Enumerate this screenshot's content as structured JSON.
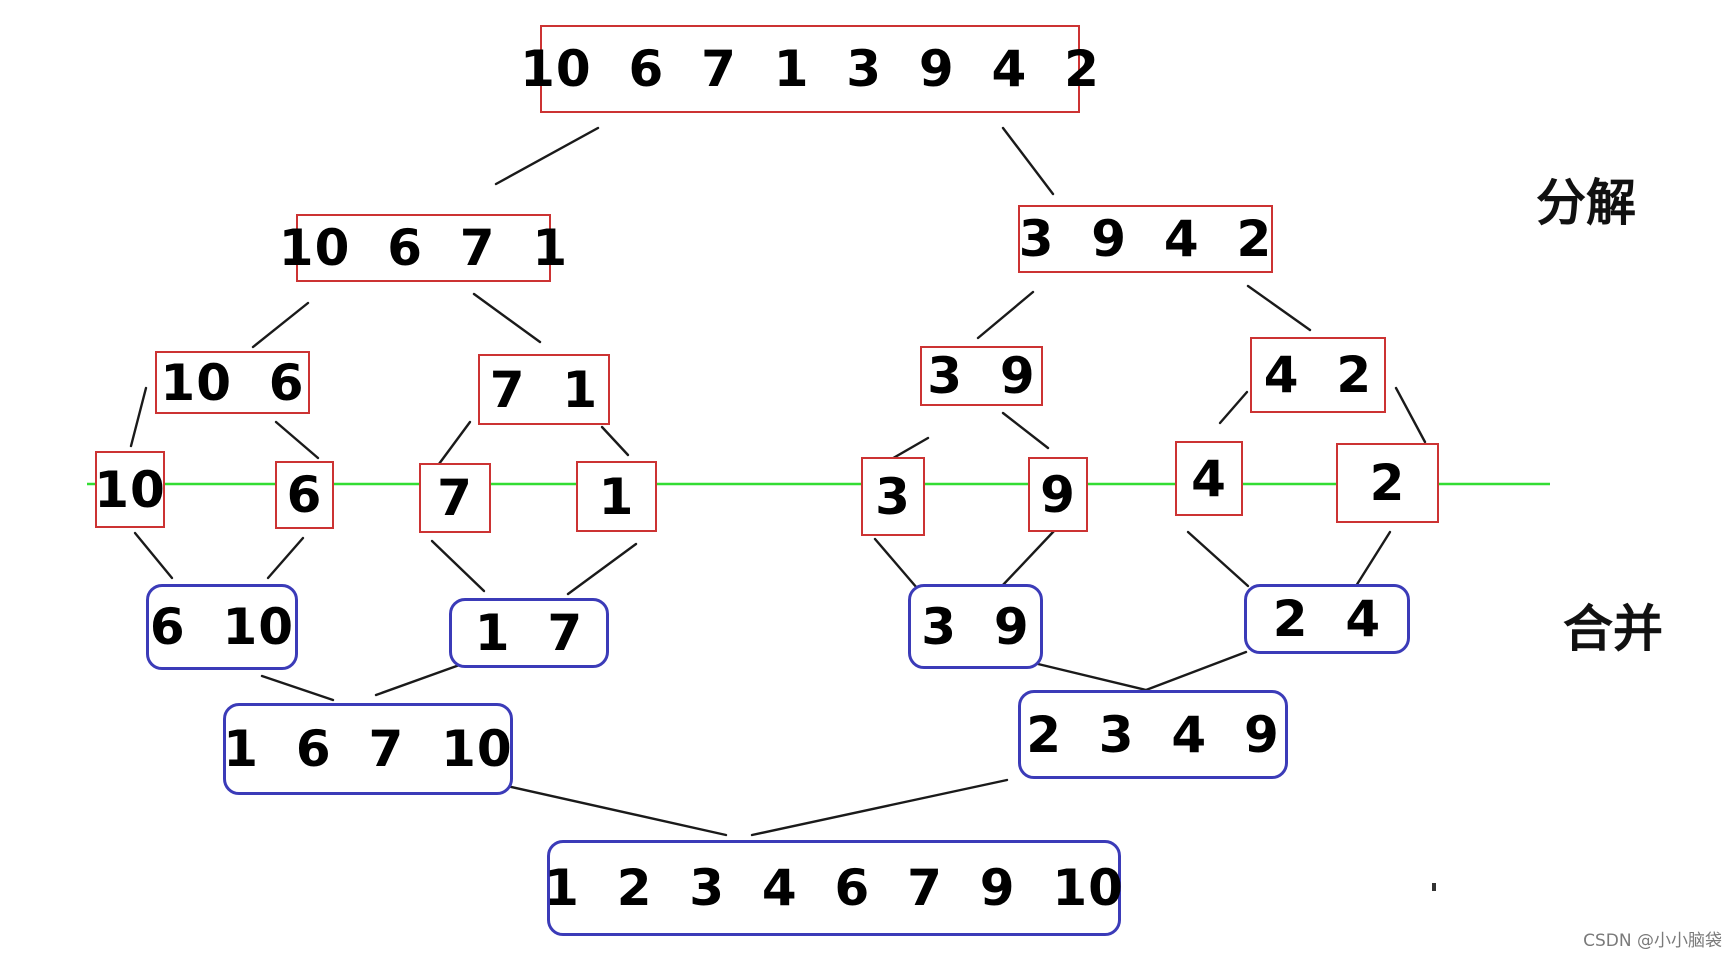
{
  "labels": {
    "decompose": "分解",
    "merge": "合并",
    "watermark": "CSDN @小小脑袋"
  },
  "colors": {
    "split_border": "#cc3333",
    "merge_border": "#3b3bb8",
    "divider_line": "#33dd33",
    "connector": "#1a1a1a"
  },
  "split_nodes": {
    "root": "10  6  7  1  3  9  4  2",
    "left": "10  6  7  1",
    "right": "3  9  4  2",
    "l_a": "10  6",
    "l_b": "7  1",
    "r_a": "3  9",
    "r_b": "4  2",
    "leaf_10": "10",
    "leaf_6": "6",
    "leaf_7": "7",
    "leaf_1": "1",
    "leaf_3": "3",
    "leaf_9": "9",
    "leaf_4": "4",
    "leaf_2": "2"
  },
  "merge_nodes": {
    "m_a": "6  10",
    "m_b": "1  7",
    "m_c": "3  9",
    "m_d": "2  4",
    "m_left": "1  6  7  10",
    "m_right": "2  3  4  9",
    "m_root": "1  2  3  4  6  7  9  10"
  }
}
